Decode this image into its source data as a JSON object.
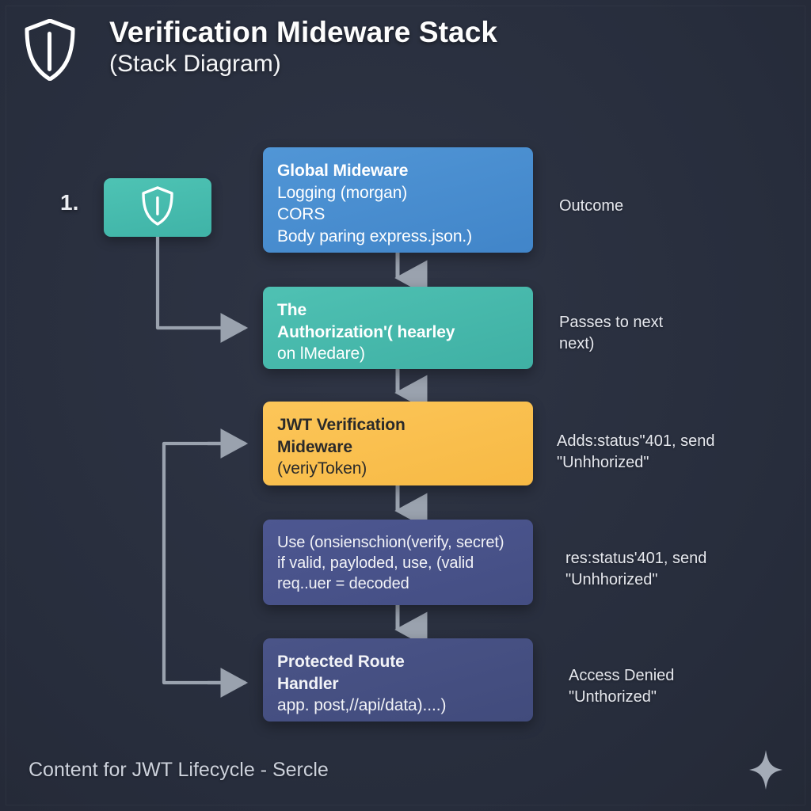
{
  "header": {
    "logo_icon": "shield-icon",
    "title": "Verification Mideware Stack",
    "subtitle": "(Stack Diagram)"
  },
  "step": {
    "number_label": "1.",
    "tile_icon": "shield-icon"
  },
  "colors": {
    "background": "#2a3040",
    "blue": "#4a8ed0",
    "teal": "#47bcae",
    "yellow": "#f9bf4e",
    "indigo": "#4a5488",
    "connector": "#9aa2ae",
    "text_light": "#ffffff",
    "text_dark": "#2a2a2a"
  },
  "nodes": [
    {
      "id": "global-middleware",
      "lines": [
        {
          "text": "Global Mideware",
          "bold": true
        },
        {
          "text": "Logging (morgan)",
          "bold": false
        },
        {
          "text": "CORS",
          "bold": false
        },
        {
          "text": "Body paring express.json.)",
          "bold": false
        }
      ]
    },
    {
      "id": "authorization-header",
      "lines": [
        {
          "text": "The",
          "bold": true
        },
        {
          "text": "Authorization'( hearley",
          "bold": true
        },
        {
          "text": "on lMedare)",
          "bold": false
        }
      ]
    },
    {
      "id": "jwt-verification-middleware",
      "lines": [
        {
          "text": "JWT Verification",
          "bold": true
        },
        {
          "text": "Mideware",
          "bold": true
        },
        {
          "text": "(veriyToken)",
          "bold": false
        }
      ]
    },
    {
      "id": "verify-decode",
      "lines": [
        {
          "text": "Use (onsienschion(verify, secret)",
          "bold": false
        },
        {
          "text": "if valid, payloded, use, (valid",
          "bold": false
        },
        {
          "text": "  req..uer = decoded",
          "bold": false
        }
      ]
    },
    {
      "id": "protected-route-handler",
      "lines": [
        {
          "text": "Protected Route",
          "bold": true
        },
        {
          "text": "Handler",
          "bold": true
        },
        {
          "text": "app. post,//api/data)....)",
          "bold": false
        }
      ]
    }
  ],
  "annotations": [
    {
      "id": "outcome-heading",
      "lines": [
        "Outcome"
      ]
    },
    {
      "id": "passes-to-next",
      "lines": [
        "Passes to next",
        "next)"
      ]
    },
    {
      "id": "adds-status-401",
      "lines": [
        "Adds:status\"401, send",
        "\"Unhhorized\""
      ]
    },
    {
      "id": "res-status-401",
      "lines": [
        "res:status'401, send",
        "\"Unhhorized\""
      ]
    },
    {
      "id": "access-denied",
      "lines": [
        "Access Denied",
        "\"Unthorized\""
      ]
    }
  ],
  "footer": {
    "text": "Content for JWT Lifecycle - Sercle",
    "sparkle_icon": "sparkle-icon"
  }
}
